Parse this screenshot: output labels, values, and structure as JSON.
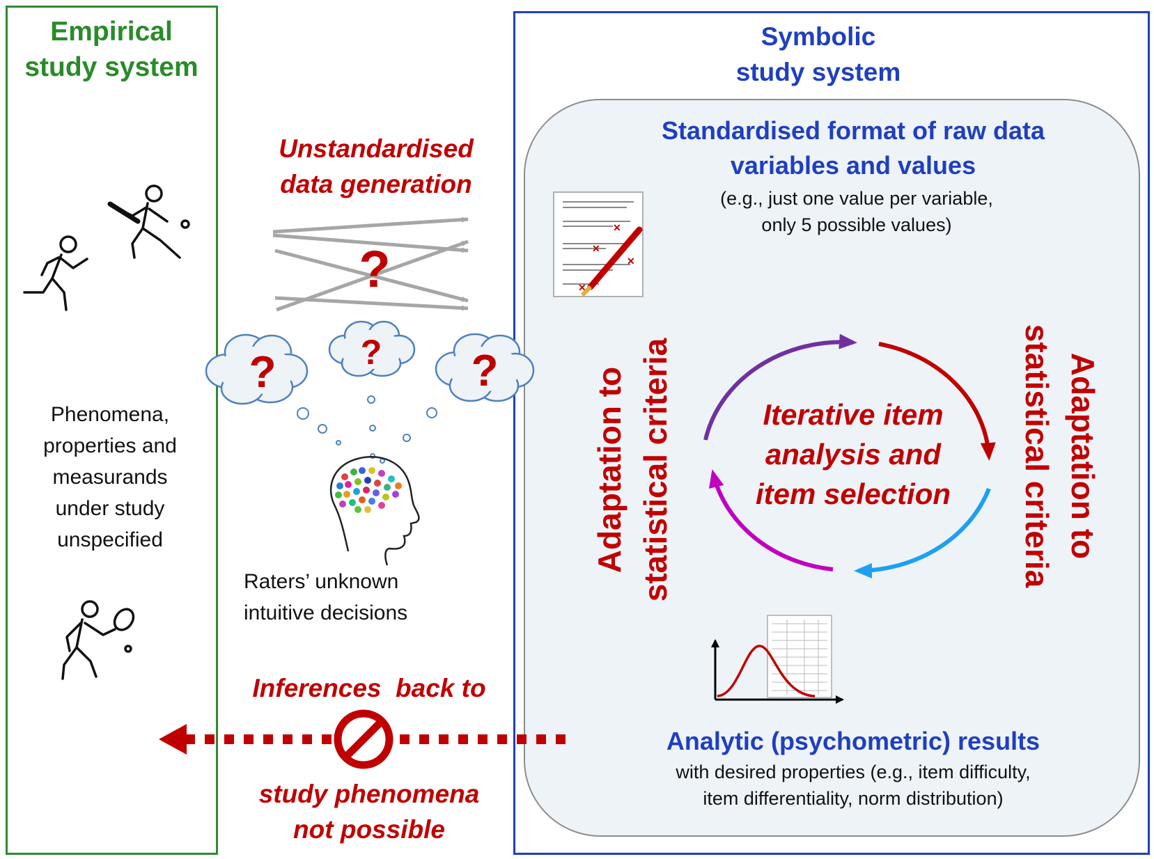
{
  "empirical": {
    "title": "Empirical\nstudy system",
    "description": "Phenomena,\nproperties and\nmeasurands\nunder study\nunspecified"
  },
  "symbolic": {
    "title": "Symbolic\nstudy system",
    "format_heading": "Standardised format of raw data\nvariables and values",
    "format_example": "(e.g., just one value per variable,\nonly 5 possible values)",
    "cycle_label": "Iterative item\nanalysis and\nitem selection",
    "adaptation_left": "Adaptation to\nstatistical criteria",
    "adaptation_right": "Adaptation to\nstatistical criteria",
    "results_heading": "Analytic (psychometric) results",
    "results_detail": "with desired properties (e.g., item difficulty,\nitem differentiality, norm distribution)"
  },
  "middle": {
    "data_generation": "Unstandardised\ndata generation",
    "question_mark": "?",
    "raters": "Raters’ unknown\nintuitive decisions",
    "inferences_top": "Inferences  back to",
    "inferences_bottom": "study phenomena\nnot possible"
  },
  "icons": [
    "runner-icon",
    "cricket-batter-icon",
    "tennis-player-icon",
    "brain-head-icon",
    "questionnaire-icon",
    "normal-distribution-icon",
    "prohibition-icon",
    "thought-cloud-icon"
  ],
  "colors": {
    "green": "#2e8b2e",
    "blue": "#1f3fbf",
    "red": "#c00000",
    "gray_arrow": "#a6a6a6",
    "panel_fill": "#eef3f8",
    "cycle_purple": "#7030a0",
    "cycle_red": "#c00000",
    "cycle_blue": "#1ea0f0",
    "cycle_magenta": "#c000c0"
  }
}
